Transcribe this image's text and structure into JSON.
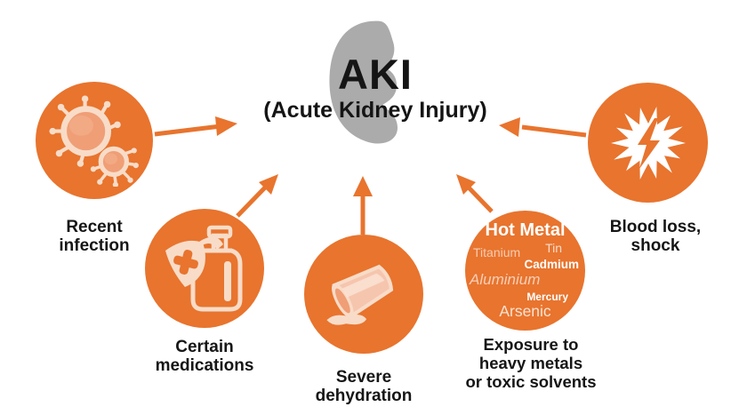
{
  "title": {
    "main": "AKI",
    "sub": "(Acute Kidney Injury)"
  },
  "colors": {
    "accent_orange": "#E8742E",
    "icon_salmon": "#F09E76",
    "icon_light_pink": "#F8DCC8",
    "kidney_gray": "#ABABAB",
    "text_black": "#161616",
    "background": "#FFFFFF"
  },
  "causes": [
    {
      "id": "recent-infection",
      "icon": "virus-icon",
      "label_lines": [
        "Recent",
        "infection"
      ]
    },
    {
      "id": "certain-medications",
      "icon": "medicine-bottle-icon",
      "label_lines": [
        "Certain",
        "medications"
      ]
    },
    {
      "id": "severe-dehydration",
      "icon": "spilled-cup-icon",
      "label_lines": [
        "Severe",
        "dehydration"
      ]
    },
    {
      "id": "heavy-metals",
      "icon": "metal-word-cloud",
      "label_lines": [
        "Exposure to",
        "heavy metals",
        "or toxic solvents"
      ]
    },
    {
      "id": "blood-loss-shock",
      "icon": "shock-burst-icon",
      "label_lines": [
        "Blood loss,",
        "shock"
      ]
    }
  ],
  "word_cloud": {
    "heading": "Hot Metal",
    "words": [
      {
        "text": "Titanium"
      },
      {
        "text": "Tin"
      },
      {
        "text": "Cadmium"
      },
      {
        "text": "Aluminium"
      },
      {
        "text": "Mercury"
      },
      {
        "text": "Arsenic"
      }
    ]
  }
}
